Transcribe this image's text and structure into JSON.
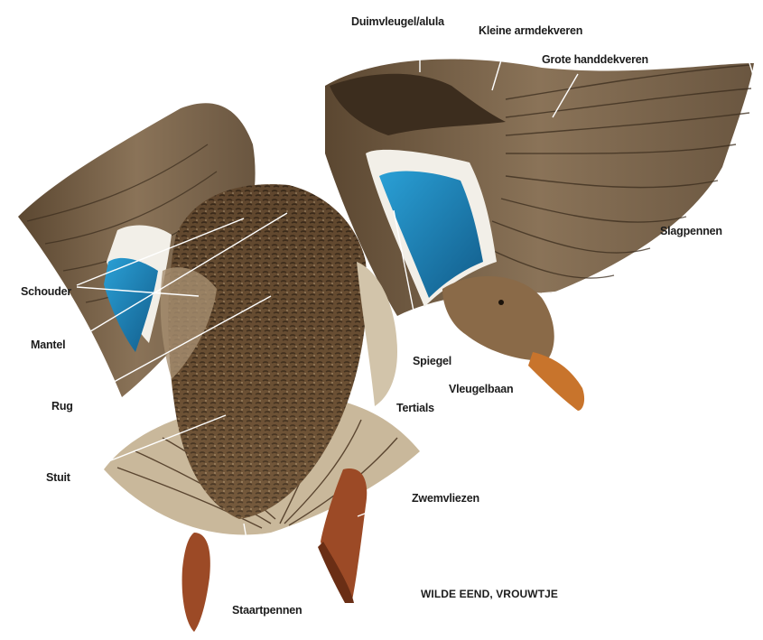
{
  "labels": {
    "duimvleugel": "Duimvleugel/alula",
    "kleine_armdekveren": "Kleine armdekveren",
    "grote_handdekveren": "Grote handdekveren",
    "slagpennen": "Slagpennen",
    "schouder": "Schouder",
    "mantel": "Mantel",
    "rug": "Rug",
    "spiegel": "Spiegel",
    "vleugelbaan": "Vleugelbaan",
    "tertials": "Tertials",
    "stuit": "Stuit",
    "zwemvliezen": "Zwemvliezen",
    "staartpennen": "Staartpennen"
  },
  "caption": "WILDE EEND,  VROUWTJE",
  "colors": {
    "plumage_dark": "#3d2e1f",
    "plumage_mid": "#7a6248",
    "plumage_light": "#b9a689",
    "speculum_blue": "#1e7fb3",
    "feet_orange": "#9c4a26",
    "bill_orange": "#c8742c",
    "leader_line": "#ffffff",
    "label_text": "#1c1c1c"
  }
}
